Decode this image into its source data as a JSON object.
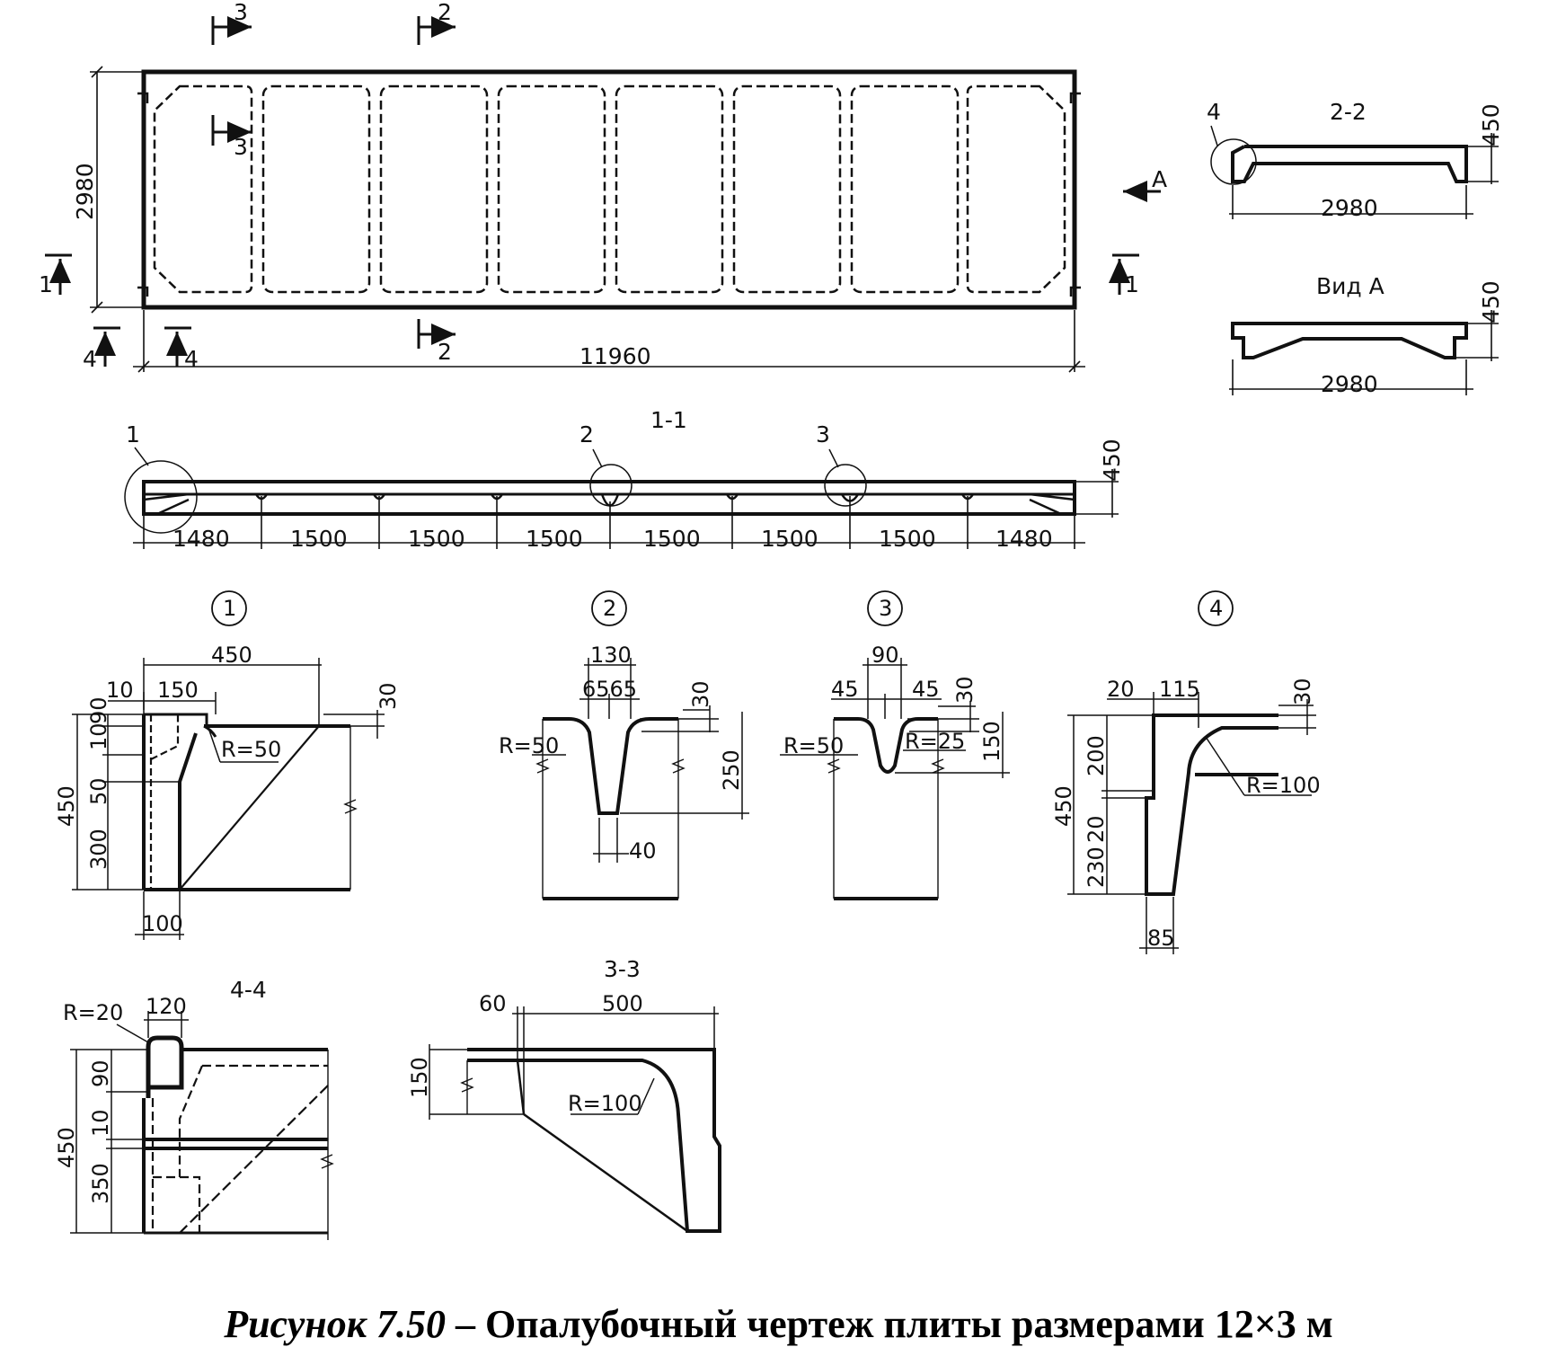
{
  "plan": {
    "dims": {
      "length": "11960",
      "width": "2980"
    },
    "sections": {
      "s1": "1",
      "s2": "2",
      "s3": "3",
      "s4": "4",
      "viewA": "А"
    }
  },
  "section_2_2": {
    "title": "2-2",
    "callout": "4",
    "height": "450",
    "width": "2980"
  },
  "view_a": {
    "title": "Вид А",
    "height": "450",
    "width": "2980"
  },
  "section_1_1": {
    "title": "1-1",
    "callouts": [
      "1",
      "2",
      "3"
    ],
    "height": "450",
    "spans": [
      "1480",
      "1500",
      "1500",
      "1500",
      "1500",
      "1500",
      "1500",
      "1480"
    ]
  },
  "detail1": {
    "label": "1",
    "dims": {
      "top": "450",
      "d10": "10",
      "d150": "150",
      "d30": "30",
      "r50": "R=50",
      "h450": "450",
      "v10": "10",
      "v90": "90",
      "v50": "50",
      "v300": "300",
      "b100": "100"
    }
  },
  "detail2": {
    "label": "2",
    "dims": {
      "d130": "130",
      "d6565": "6565",
      "d30": "30",
      "r50": "R=50",
      "d250": "250",
      "d40": "40"
    }
  },
  "detail3": {
    "label": "3",
    "dims": {
      "d90": "90",
      "d45a": "45",
      "d45b": "45",
      "d30": "30",
      "r50": "R=50",
      "r25": "R=25",
      "d150": "150"
    }
  },
  "detail4": {
    "label": "4",
    "dims": {
      "d20": "20",
      "d115": "115",
      "d30": "30",
      "v450": "450",
      "v200": "200",
      "v20": "20",
      "v230": "230",
      "r100": "R=100",
      "b85": "85"
    }
  },
  "section_4_4": {
    "title": "4-4",
    "dims": {
      "r20": "R=20",
      "d120": "120",
      "v450": "450",
      "v90": "90",
      "v10": "10",
      "v350": "350"
    }
  },
  "section_3_3": {
    "title": "3-3",
    "dims": {
      "d60": "60",
      "d500": "500",
      "v150": "150",
      "r100": "R=100"
    }
  },
  "caption": {
    "italic": "Рисунок 7.50",
    "rest": " – Опалубочный чертеж плиты размерами 12×3 м"
  }
}
